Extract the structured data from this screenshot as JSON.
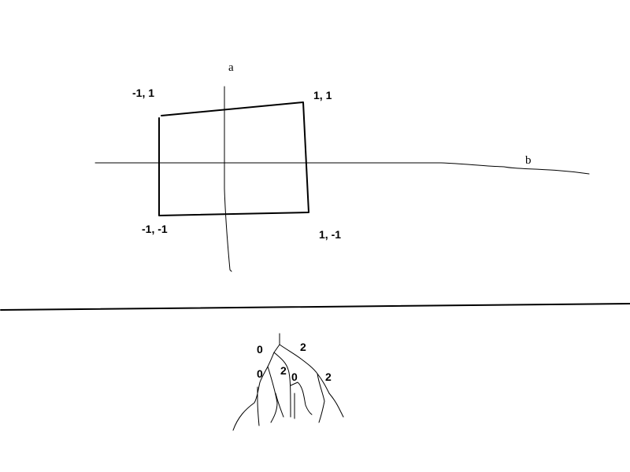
{
  "quadrilateral": {
    "corner_labels": {
      "top_left": "-1,  1",
      "top_right": "1,  1",
      "bottom_left": "-1,  -1",
      "bottom_right": "1,  -1"
    }
  },
  "axes": {
    "vertical_label": "a",
    "horizontal_label": "b"
  },
  "tree": {
    "labels": [
      "0",
      "2",
      "0",
      "2",
      "0",
      "2"
    ]
  },
  "colors": {
    "ink": "#000000",
    "background": "#ffffff"
  }
}
